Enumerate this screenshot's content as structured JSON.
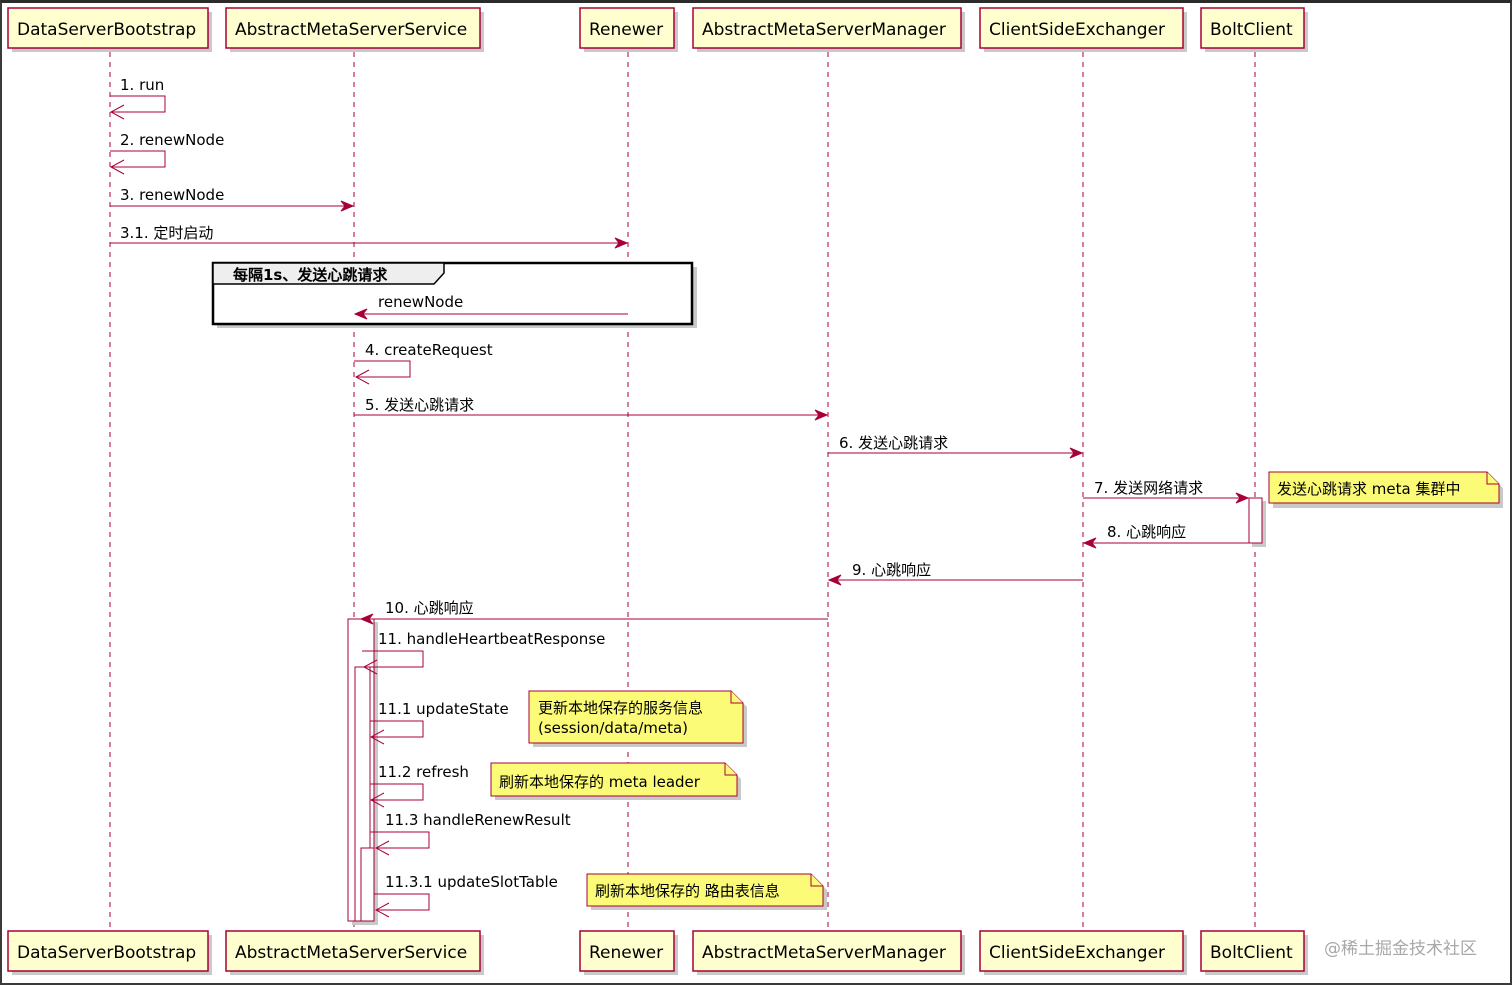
{
  "participants": [
    {
      "id": "dsb",
      "label": "DataServerBootstrap"
    },
    {
      "id": "amss",
      "label": "AbstractMetaServerService"
    },
    {
      "id": "ren",
      "label": "Renewer"
    },
    {
      "id": "amsm",
      "label": "AbstractMetaServerManager"
    },
    {
      "id": "cse",
      "label": "ClientSideExchanger"
    },
    {
      "id": "bc",
      "label": "BoltClient"
    }
  ],
  "messages": [
    {
      "label": "1. run"
    },
    {
      "label": "2. renewNode"
    },
    {
      "label": "3. renewNode"
    },
    {
      "label": "3.1. 定时启动"
    },
    {
      "label": "renewNode"
    },
    {
      "label": "4. createRequest"
    },
    {
      "label": "5. 发送心跳请求"
    },
    {
      "label": "6. 发送心跳请求"
    },
    {
      "label": "7. 发送网络请求"
    },
    {
      "label": "8. 心跳响应"
    },
    {
      "label": "9. 心跳响应"
    },
    {
      "label": "10. 心跳响应"
    },
    {
      "label": "11. handleHeartbeatResponse"
    },
    {
      "label": "11.1 updateState"
    },
    {
      "label": "11.2 refresh"
    },
    {
      "label": "11.3 handleRenewResult"
    },
    {
      "label": "11.3.1 updateSlotTable"
    }
  ],
  "loop": {
    "label": "每隔1s、发送心跳请求"
  },
  "notes": [
    {
      "lines": [
        "发送心跳请求 meta 集群中"
      ]
    },
    {
      "lines": [
        "更新本地保存的服务信息",
        "(session/data/meta)"
      ]
    },
    {
      "lines": [
        "刷新本地保存的 meta leader"
      ]
    },
    {
      "lines": [
        "刷新本地保存的 路由表信息"
      ]
    }
  ],
  "watermark": "@稀土掘金技术社区",
  "colors": {
    "line": "#a80036",
    "participant_fill": "#fefece",
    "note_fill": "#fbfb77"
  }
}
